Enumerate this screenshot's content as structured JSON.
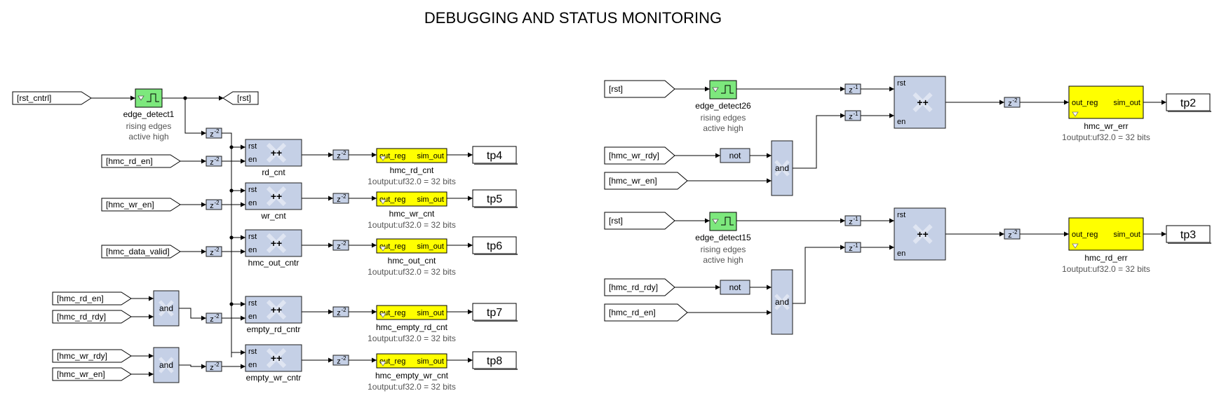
{
  "title": "DEBUGGING AND STATUS MONITORING",
  "common": {
    "delay_prefix": "z",
    "delay1_exp": "-1",
    "delay2_exp": "-2",
    "out_reg": "out_reg",
    "sim_out": "sim_out",
    "and": "and",
    "not": "not",
    "rst": "rst",
    "en": "en",
    "inc": "++",
    "rising_edges": "rising edges",
    "active_high": "active high",
    "output_info": "1output:uf32.0 = 32 bits"
  },
  "left": {
    "rst_cntrl_tag": "[rst_cntrl]",
    "rst_goto": "[rst]",
    "edge_label": "edge_detect1",
    "rows": [
      {
        "input": "[hmc_rd_en]",
        "counter": "rd_cnt",
        "gateway": "hmc_rd_cnt",
        "tp": "tp4"
      },
      {
        "input": "[hmc_wr_en]",
        "counter": "wr_cnt",
        "gateway": "hmc_wr_cnt",
        "tp": "tp5"
      },
      {
        "input": "[hmc_data_valid]",
        "counter": "hmc_out_cntr",
        "gateway": "hmc_out_cnt",
        "tp": "tp6"
      },
      {
        "input_a": "[hmc_rd_en]",
        "input_b": "[hmc_rd_rdy]",
        "counter": "empty_rd_cntr",
        "gateway": "hmc_empty_rd_cnt",
        "tp": "tp7"
      },
      {
        "input_a": "[hmc_wr_rdy]",
        "input_b": "[hmc_wr_en]",
        "counter": "empty_wr_cntr",
        "gateway": "hmc_empty_wr_cnt",
        "tp": "tp8"
      }
    ]
  },
  "right": {
    "top": {
      "rst": "[rst]",
      "edge": "edge_detect26",
      "in_a": "[hmc_wr_rdy]",
      "in_b": "[hmc_wr_en]",
      "gateway": "hmc_wr_err",
      "tp": "tp2"
    },
    "bottom": {
      "rst": "[rst]",
      "edge": "edge_detect15",
      "in_a": "[hmc_rd_rdy]",
      "in_b": "[hmc_rd_en]",
      "gateway": "hmc_rd_err",
      "tp": "tp3"
    }
  }
}
